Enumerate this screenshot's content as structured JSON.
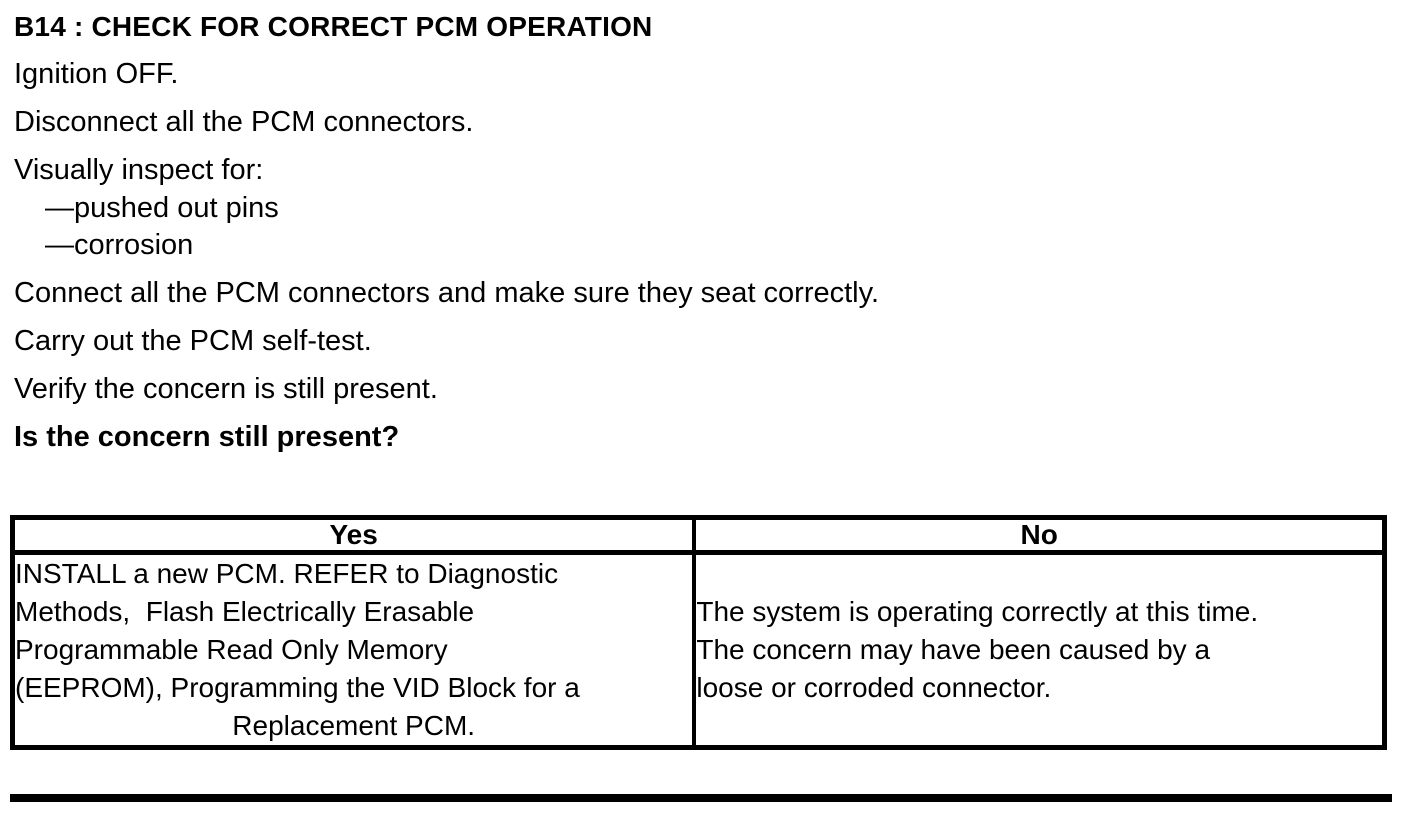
{
  "colors": {
    "text": "#000000",
    "background": "#ffffff",
    "border": "#000000"
  },
  "content": {
    "heading": "B14 : CHECK FOR CORRECT PCM OPERATION",
    "paragraphs_before_list": [
      "Ignition OFF.",
      "Disconnect all the PCM connectors.",
      "Visually inspect for:"
    ],
    "list_items": [
      "—pushed out pins",
      "—corrosion"
    ],
    "paragraphs_after_list": [
      "Connect all the PCM connectors and make sure they seat correctly.",
      "Carry out the PCM self-test.",
      "Verify the concern is still present."
    ],
    "question": "Is the concern still present?"
  },
  "decision_table": {
    "yes_header": "Yes",
    "no_header": "No",
    "yes_lines": [
      "INSTALL a new PCM. REFER to Diagnostic",
      "Methods,  Flash Electrically Erasable",
      "Programmable Read Only Memory",
      "(EEPROM), Programming the VID Block for a",
      "Replacement PCM."
    ],
    "no_lines": [
      "The system is operating correctly at this time.",
      "The concern may have been caused by a",
      "loose or corroded connector."
    ]
  }
}
